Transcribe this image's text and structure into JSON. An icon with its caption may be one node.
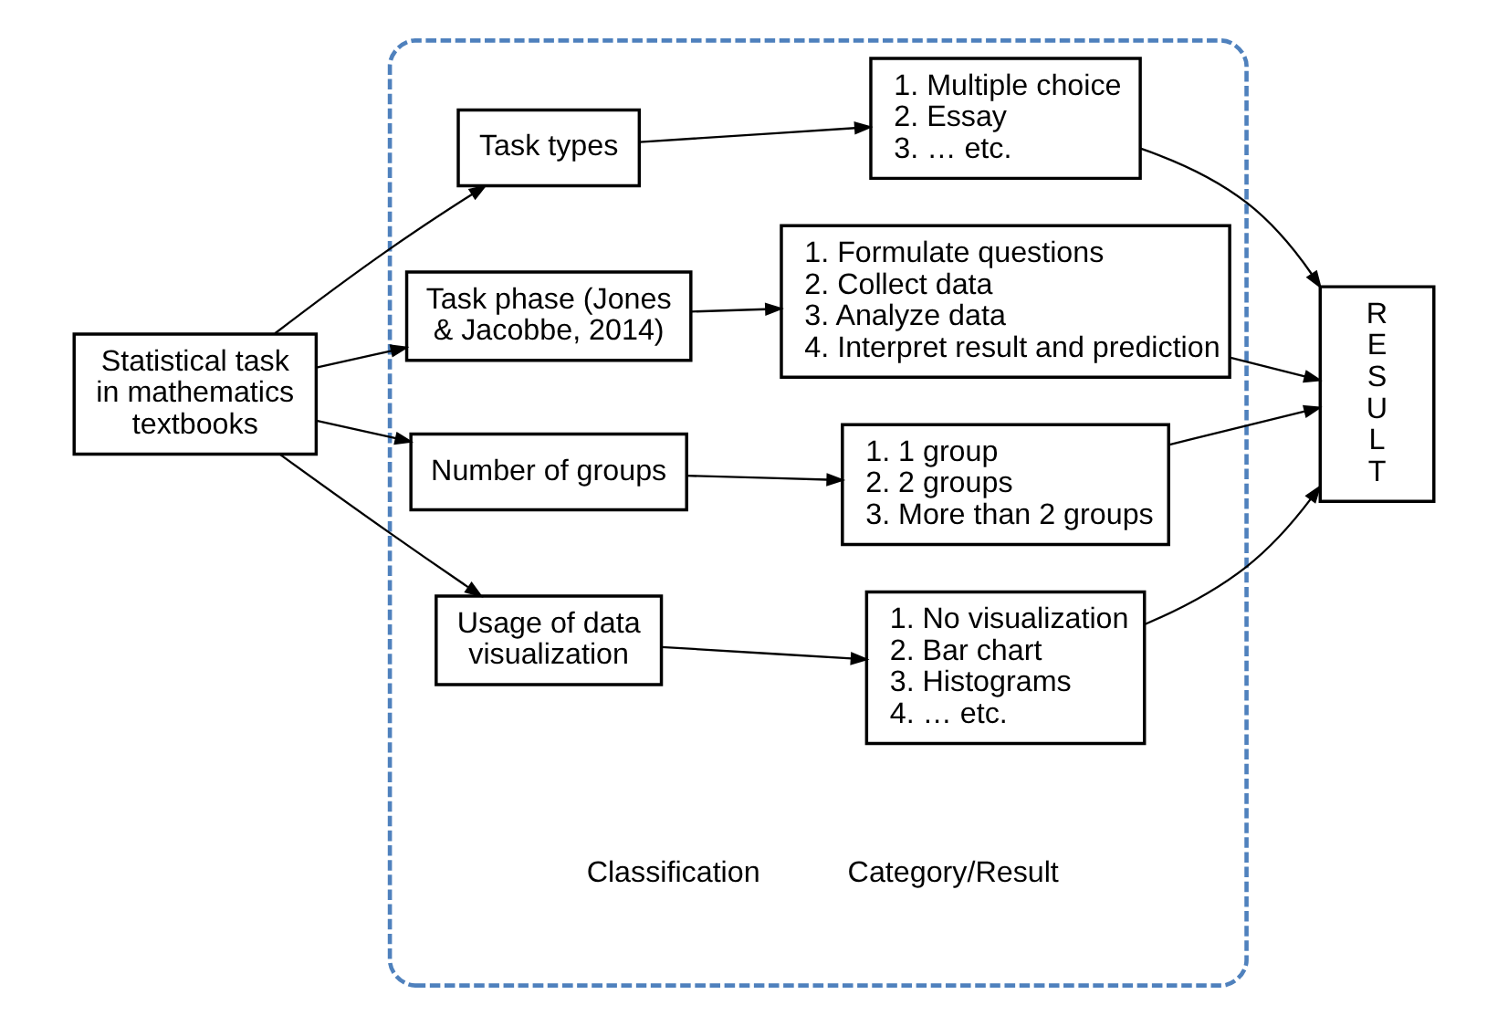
{
  "diagram": {
    "nodes": [
      {
        "text": [
          "Statistical task in mathematics textbooks"
        ]
      },
      {
        "text": [
          "Classification",
          "Category/Result"
        ]
      },
      {
        "text": [
          "Task types"
        ],
        "in": 1
      },
      {
        "text": [
          "1. Multiple choice",
          "2. Essay",
          "3. … etc."
        ],
        "in": 1
      },
      {
        "text": [
          "Task phase (Jones & Jacobbe, 2014)"
        ],
        "in": 1
      },
      {
        "text": [
          "1. Formulate questions",
          "2. Collect data",
          "3. Analyze data",
          "4. Interpret result and prediction"
        ],
        "in": 1
      },
      {
        "text": [
          "Number of groups"
        ],
        "in": 1
      },
      {
        "text": [
          "1. 1 group",
          "2. 2 groups",
          "3. More than 2 groups"
        ],
        "in": 1
      },
      {
        "text": [
          "Usage of data visualization"
        ],
        "in": 1
      },
      {
        "text": [
          "1. No visualization",
          "2. Bar chart",
          "3. Histograms",
          "4. … etc."
        ],
        "in": 1
      },
      {
        "text": [
          "R E S U L T"
        ]
      }
    ],
    "edges": [
      {
        "from": 0,
        "to": 2,
        "arrow": "to"
      },
      {
        "from": 0,
        "to": 4,
        "arrow": "to"
      },
      {
        "from": 0,
        "to": 6,
        "arrow": "to"
      },
      {
        "from": 0,
        "to": 8,
        "arrow": "to"
      },
      {
        "from": 2,
        "to": 3,
        "arrow": "to"
      },
      {
        "from": 4,
        "to": 5,
        "arrow": "to"
      },
      {
        "from": 6,
        "to": 7,
        "arrow": "to"
      },
      {
        "from": 8,
        "to": 9,
        "arrow": "to"
      },
      {
        "from": 3,
        "to": 10,
        "arrow": "to"
      },
      {
        "from": 5,
        "to": 10,
        "arrow": "to"
      },
      {
        "from": 7,
        "to": 10,
        "arrow": "to"
      },
      {
        "from": 9,
        "to": 10,
        "arrow": "to"
      }
    ]
  }
}
